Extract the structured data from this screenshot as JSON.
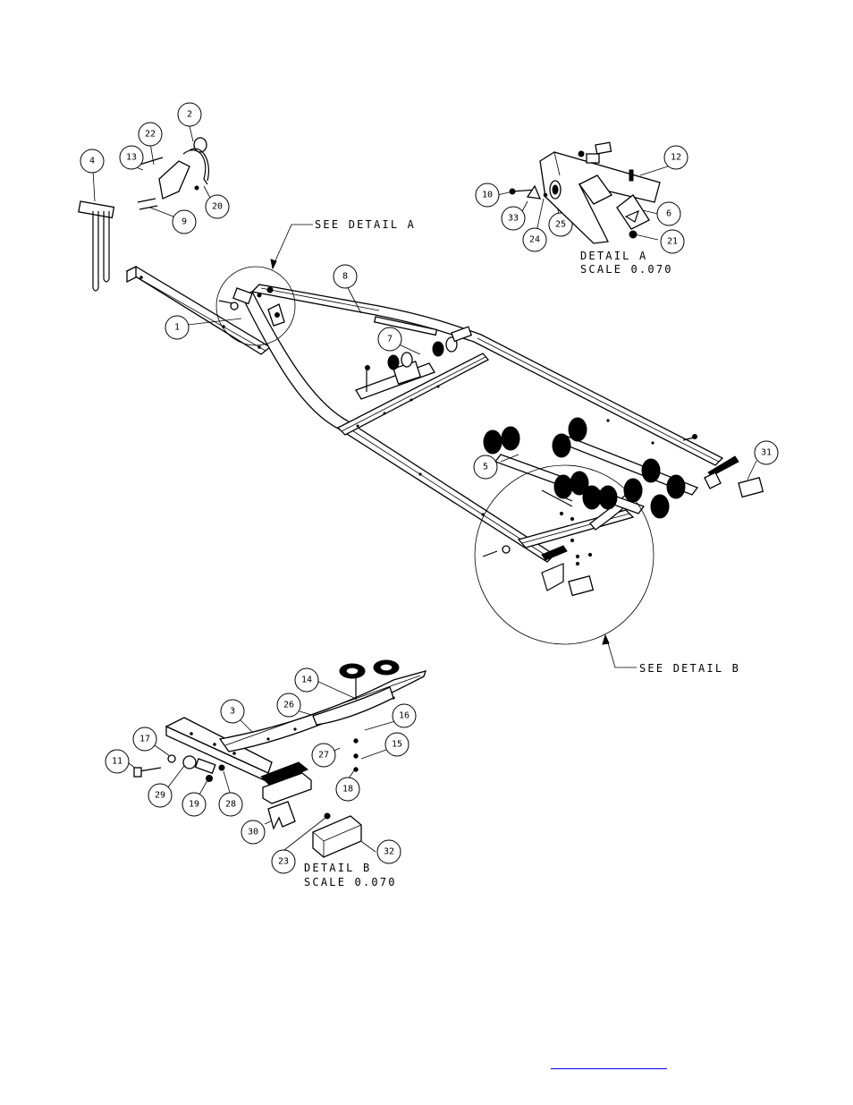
{
  "diagram": {
    "detail_a": {
      "see_label": "SEE DETAIL  A",
      "title": "DETAIL  A",
      "scale": "SCALE  0.070"
    },
    "detail_b": {
      "see_label": "SEE DETAIL  B",
      "title": "DETAIL  B",
      "scale": "SCALE  0.070"
    },
    "balloons": {
      "b1": "1",
      "b2": "2",
      "b3": "3",
      "b4": "4",
      "b5": "5",
      "b6": "6",
      "b7": "7",
      "b8": "8",
      "b9": "9",
      "b10": "10",
      "b11": "11",
      "b12": "12",
      "b13": "13",
      "b14": "14",
      "b15": "15",
      "b16": "16",
      "b17": "17",
      "b18": "18",
      "b19": "19",
      "b20": "20",
      "b21": "21",
      "b22": "22",
      "b23": "23",
      "b24": "24",
      "b25": "25",
      "b26": "26",
      "b27": "27",
      "b28": "28",
      "b29": "29",
      "b30": "30",
      "b31": "31",
      "b32": "32",
      "b33": "33"
    }
  },
  "footer": {
    "link_text": ""
  }
}
